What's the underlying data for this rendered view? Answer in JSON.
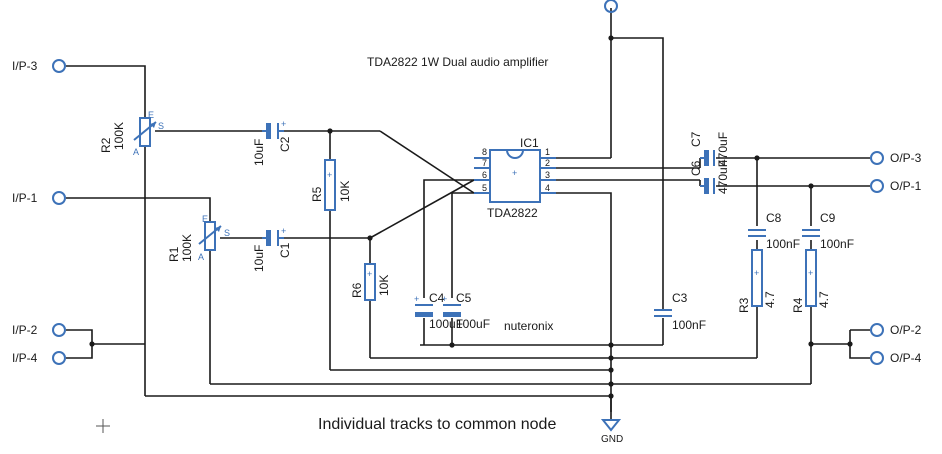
{
  "title": "TDA2822 1W Dual audio amplifier",
  "watermark": "nuteronix",
  "caption": "Individual tracks to common node",
  "ground_label": "GND",
  "ports": {
    "ip3": "I/P-3",
    "ip1": "I/P-1",
    "ip2": "I/P-2",
    "ip4": "I/P-4",
    "op3": "O/P-3",
    "op1": "O/P-1",
    "op2": "O/P-2",
    "op4": "O/P-4"
  },
  "ic": {
    "ref": "IC1",
    "part": "TDA2822",
    "pins": [
      "1",
      "2",
      "3",
      "4",
      "5",
      "6",
      "7",
      "8"
    ]
  },
  "components": {
    "r1": {
      "ref": "R1",
      "value": "100K"
    },
    "r2": {
      "ref": "R2",
      "value": "100K"
    },
    "r3": {
      "ref": "R3",
      "value": "4.7"
    },
    "r4": {
      "ref": "R4",
      "value": "4.7"
    },
    "r5": {
      "ref": "R5",
      "value": "10K"
    },
    "r6": {
      "ref": "R6",
      "value": "10K"
    },
    "c1": {
      "ref": "C1",
      "value": "10uF"
    },
    "c2": {
      "ref": "C2",
      "value": "10uF"
    },
    "c3": {
      "ref": "C3",
      "value": "100nF"
    },
    "c4": {
      "ref": "C4",
      "value": "100uF"
    },
    "c5": {
      "ref": "C5",
      "value": "100uF"
    },
    "c6": {
      "ref": "C6",
      "value": "470uF"
    },
    "c7": {
      "ref": "C7",
      "value": "470uF"
    },
    "c8": {
      "ref": "C8",
      "value": "100nF"
    },
    "c9": {
      "ref": "C9",
      "value": "100nF"
    }
  },
  "pot_pins": {
    "s": "S",
    "e": "E",
    "a": "A"
  },
  "colors": {
    "wire": "#1a1a1a",
    "component": "#3d72b8",
    "background": "#ffffff"
  }
}
